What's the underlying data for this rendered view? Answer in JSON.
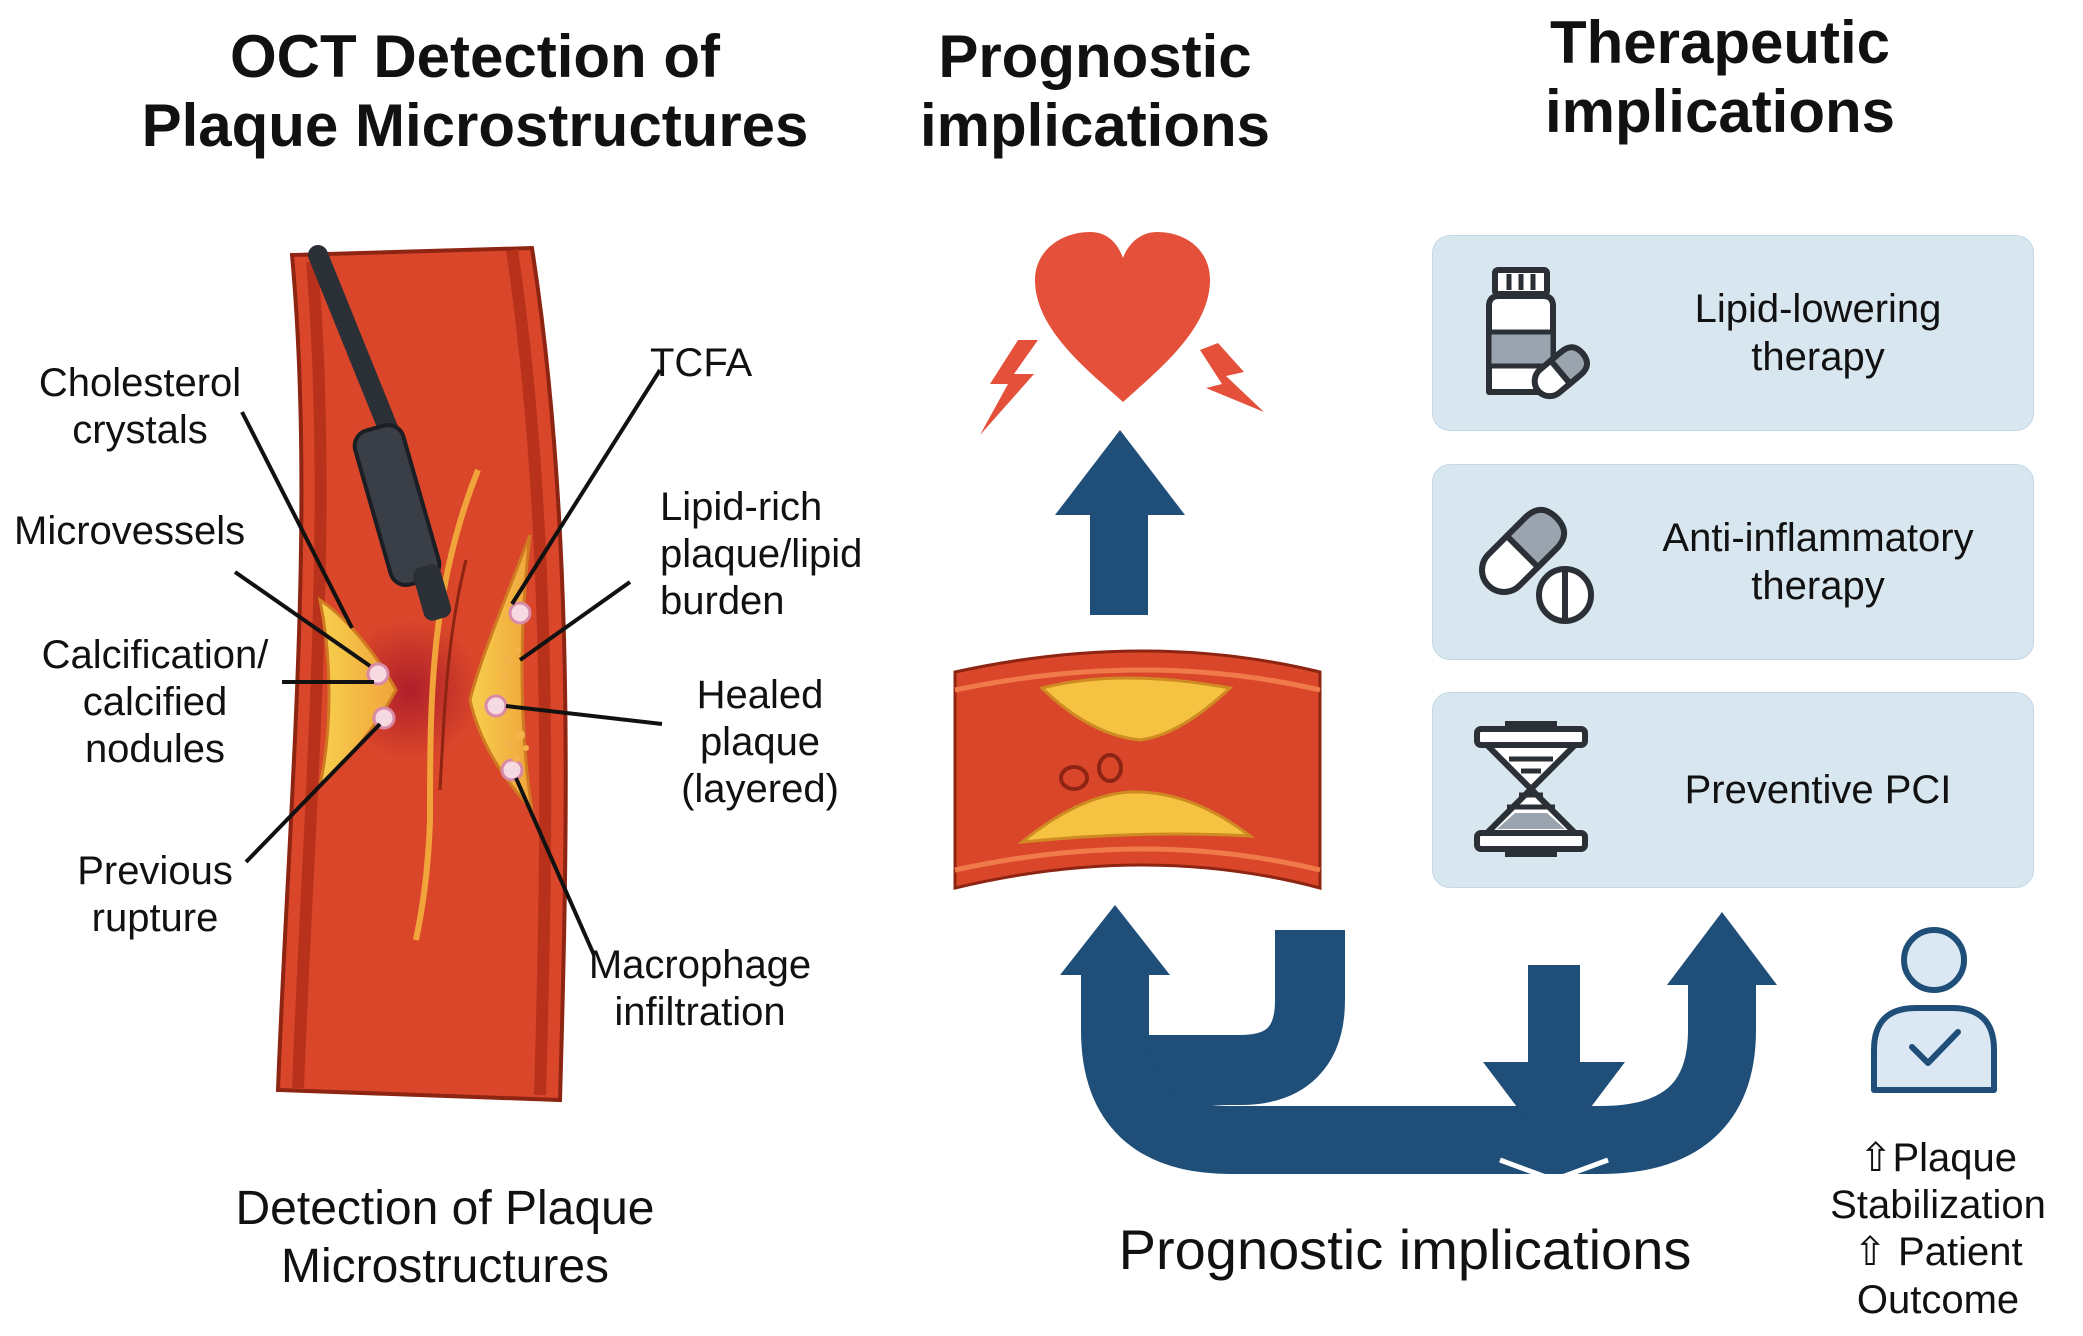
{
  "headers": {
    "oct_detection": [
      "OCT Detection of",
      "Plaque Microstructures"
    ],
    "prognostic": [
      "Prognostic",
      "implications"
    ],
    "therapeutic": [
      "Therapeutic",
      "implications"
    ]
  },
  "artery_labels": {
    "cholesterol_crystals": [
      "Cholesterol",
      "crystals"
    ],
    "microvessels": [
      "Microvessels"
    ],
    "calcification": [
      "Calcification/",
      "calcified",
      "nodules"
    ],
    "previous_rupture": [
      "Previous",
      "rupture"
    ],
    "tcfa": [
      "TCFA"
    ],
    "lipid_rich": [
      "Lipid-rich",
      "plaque/lipid",
      "burden"
    ],
    "healed_plaque": [
      "Healed",
      "plaque",
      "(layered)"
    ],
    "macrophage": [
      "Macrophage",
      "infiltration"
    ]
  },
  "captions": {
    "detection": [
      "Detection of Plaque",
      "Microstructures"
    ],
    "prognostic": "Prognostic implications"
  },
  "therapies": [
    {
      "label": [
        "Lipid-lowering",
        "therapy"
      ],
      "icon": "medicine-bottle-icon"
    },
    {
      "label": [
        "Anti-inflammatory",
        "therapy"
      ],
      "icon": "pills-icon"
    },
    {
      "label": [
        "Preventive PCI"
      ],
      "icon": "stent-icon"
    }
  ],
  "outcome": {
    "icon": "patient-check-icon",
    "lines": [
      "⇧Plaque",
      "Stabilization",
      "⇧ Patient",
      "Outcome"
    ]
  },
  "colors": {
    "artery": "#d9462a",
    "artery_dark": "#b8321b",
    "plaque": "#f5c242",
    "arrow": "#1f4e79",
    "heart": "#e4503a",
    "card": "#d8e6f0",
    "icon_stroke": "#2b2f36"
  }
}
